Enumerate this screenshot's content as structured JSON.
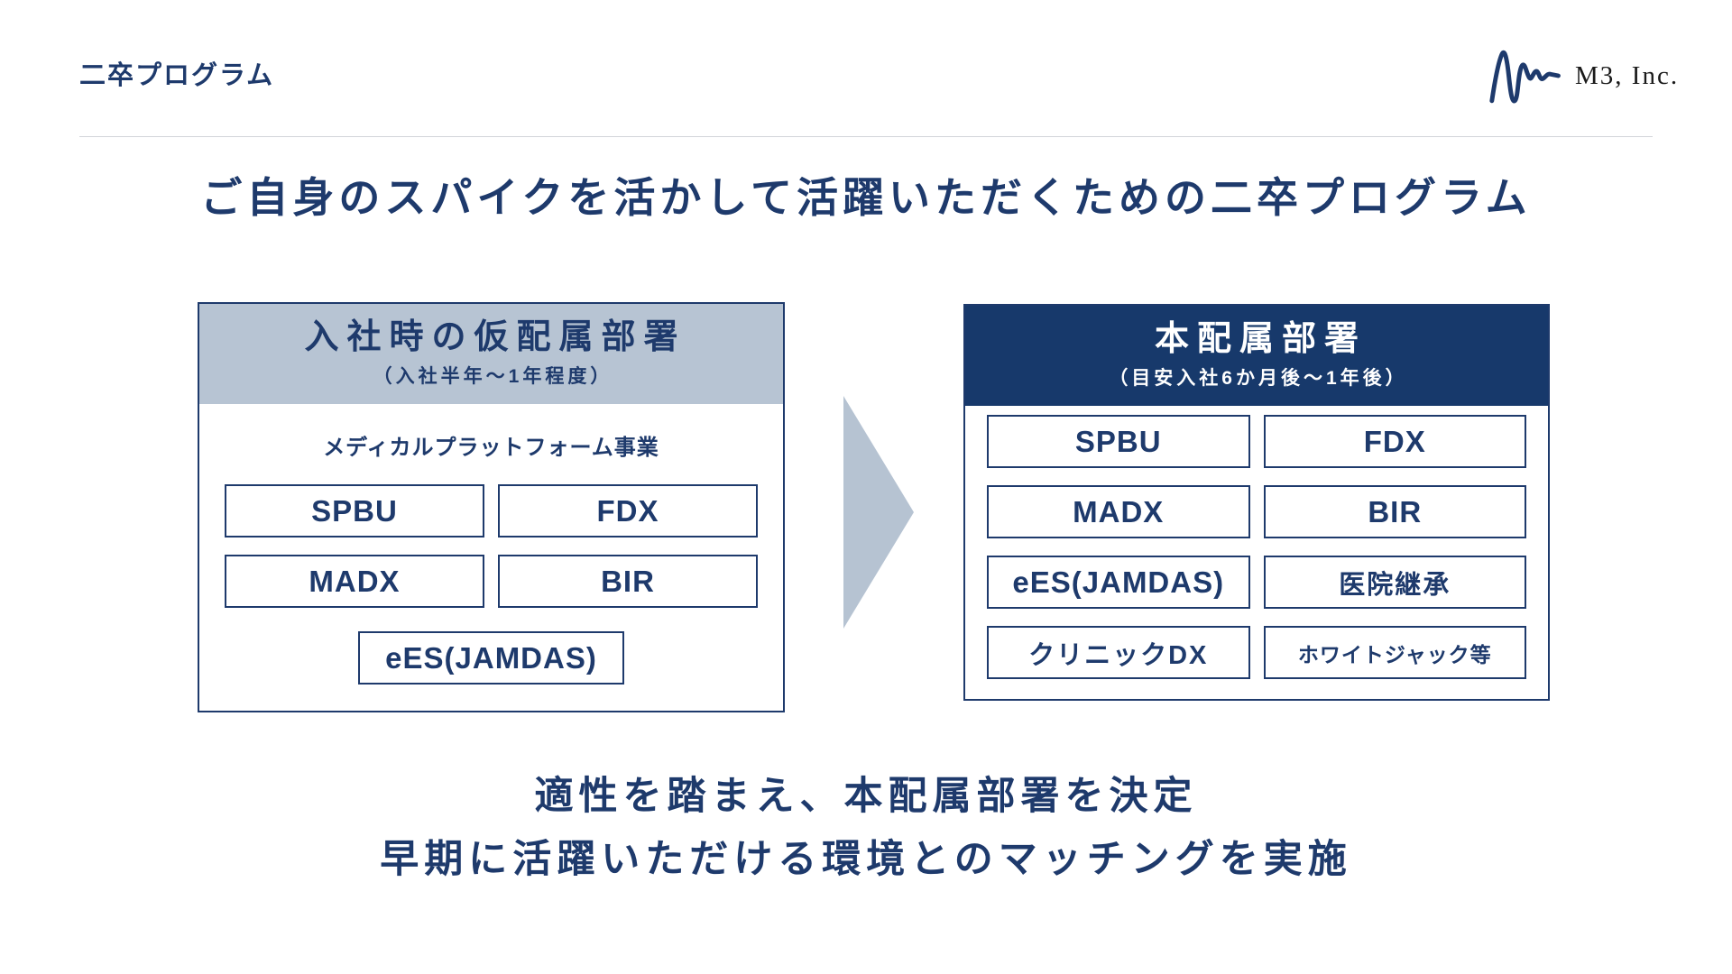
{
  "slide": {
    "header": {
      "title": "二卒プログラム",
      "company": "M3, Inc."
    },
    "title": "ご自身のスパイクを活かして活躍いただくための二卒プログラム",
    "left_box": {
      "title": "入社時の仮配属部署",
      "subtitle": "（入社半年〜1年程度）",
      "section_label": "メディカルプラットフォーム事業",
      "items": [
        "SPBU",
        "FDX",
        "MADX",
        "BIR",
        "eES(JAMDAS)"
      ]
    },
    "right_box": {
      "title": "本配属部署",
      "subtitle": "（目安入社6か月後〜1年後）",
      "items": [
        "SPBU",
        "FDX",
        "MADX",
        "BIR",
        "eES(JAMDAS)",
        "医院継承",
        "クリニックDX",
        "ホワイトジャック等"
      ]
    },
    "footer": {
      "line1": "適性を踏まえ、本配属部署を決定",
      "line2": "早期に活躍いただける環境とのマッチングを実施"
    },
    "colors": {
      "navy_text": "#1E3A6C",
      "navy_bg": "#17396B",
      "light_blue_bg": "#B7C4D3",
      "arrow_fill": "#B6C3D2",
      "divider": "#D3D5D9"
    }
  }
}
